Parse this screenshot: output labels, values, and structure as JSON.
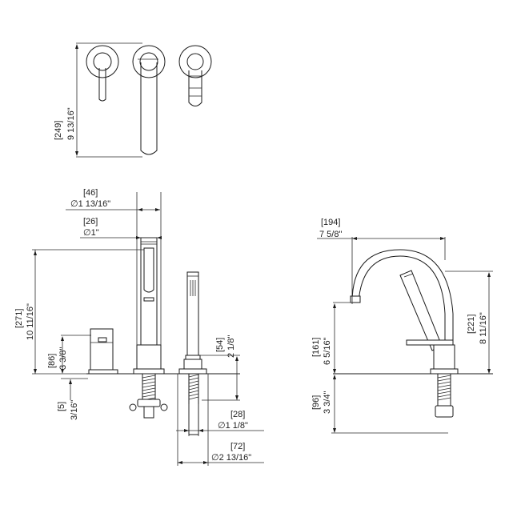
{
  "drawing": {
    "line_color": "#1a1a1a",
    "background": "#ffffff"
  },
  "dimensions": {
    "height_total_mm": "[249]",
    "height_total_in": "9 13/16\"",
    "body_diam_mm": "[46]",
    "body_diam_in": "∅1 13/16\"",
    "spout_diam_mm": "[26]",
    "spout_diam_in": "∅1\"",
    "valve_height_mm": "[271]",
    "valve_height_in": "10 11/16\"",
    "handle_height_mm": "[86]",
    "handle_height_in": "3 3/8\"",
    "deck_thick_mm": "[5]",
    "deck_thick_in": "3/16\"",
    "escutcheon_mm": "[54]",
    "escutcheon_in": "2 1/8\"",
    "shank_diam_mm": "[28]",
    "shank_diam_in": "∅1 1/8\"",
    "base_diam_mm": "[72]",
    "base_diam_in": "∅2 13/16\"",
    "spout_reach_mm": "[194]",
    "spout_reach_in": "7 5/8\"",
    "spout_height_mm": "[161]",
    "spout_height_in": "6 5/16\"",
    "overall_height_mm": "[221]",
    "overall_height_in": "8 11/16\"",
    "below_deck_mm": "[96]",
    "below_deck_in": "3 3/4\""
  }
}
